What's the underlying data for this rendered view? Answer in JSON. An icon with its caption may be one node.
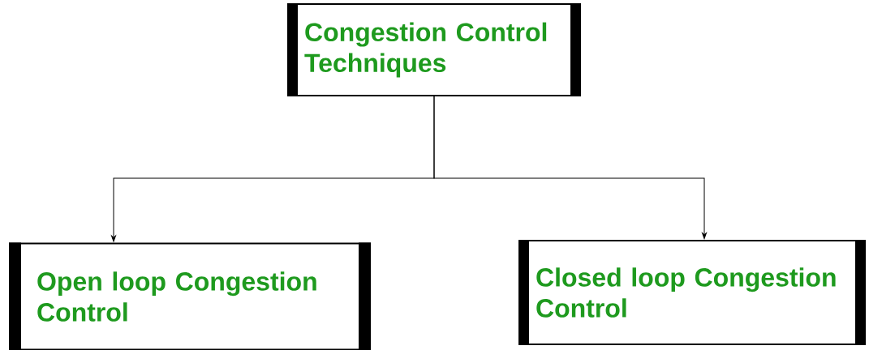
{
  "diagram": {
    "nodes": [
      {
        "text": [
          "Congestion Control Techniques"
        ]
      },
      {
        "text": [
          "Open loop Congestion Control"
        ]
      },
      {
        "text": [
          "Closed loop Congestion Control"
        ]
      }
    ],
    "edges": [
      {
        "from": 0,
        "to": 1,
        "arrow": "to"
      },
      {
        "from": 0,
        "to": 2,
        "arrow": "to"
      }
    ]
  }
}
